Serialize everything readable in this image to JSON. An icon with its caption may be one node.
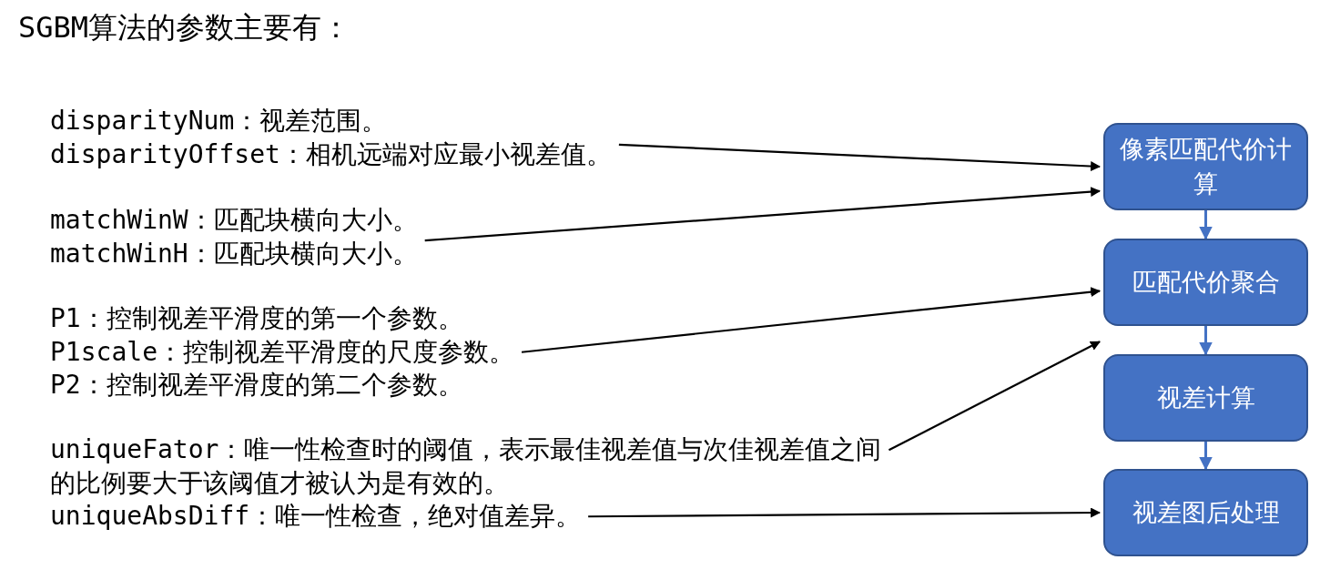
{
  "diagram": {
    "title": "SGBM算法的参数主要有：",
    "nodes": [
      {
        "text": [
          "disparityNum：视差范围。",
          "disparityOffset：相机远端对应最小视差值。"
        ]
      },
      {
        "text": [
          "matchWinW：匹配块横向大小。",
          "matchWinH：匹配块横向大小。"
        ]
      },
      {
        "text": [
          "P1：控制视差平滑度的第一个参数。",
          "P1scale：控制视差平滑度的尺度参数。",
          "P2：控制视差平滑度的第二个参数。"
        ]
      },
      {
        "text": [
          "uniqueFator：唯一性检查时的阈值，表示最佳视差值与次佳视差值之间的比例要大于该阈值才被认为是有效的。"
        ]
      },
      {
        "text": [
          "uniqueAbsDiff：唯一性检查，绝对值差异。"
        ]
      },
      {
        "text": [
          "像素匹配代价计算"
        ]
      },
      {
        "text": [
          "匹配代价聚合"
        ]
      },
      {
        "text": [
          "视差计算"
        ]
      },
      {
        "text": [
          "视差图后处理"
        ]
      }
    ],
    "edges": [
      {
        "from": 0,
        "to": 5,
        "arrow": "to"
      },
      {
        "from": 1,
        "to": 5,
        "arrow": "to"
      },
      {
        "from": 2,
        "to": 6,
        "arrow": "to"
      },
      {
        "from": 3,
        "to": 6,
        "arrow": "to"
      },
      {
        "from": 4,
        "to": 8,
        "arrow": "to"
      },
      {
        "from": 5,
        "to": 6,
        "arrow": "to",
        "color": "#4472c4"
      },
      {
        "from": 6,
        "to": 7,
        "arrow": "to",
        "color": "#4472c4"
      },
      {
        "from": 7,
        "to": 8,
        "arrow": "to",
        "color": "#4472c4"
      }
    ]
  }
}
